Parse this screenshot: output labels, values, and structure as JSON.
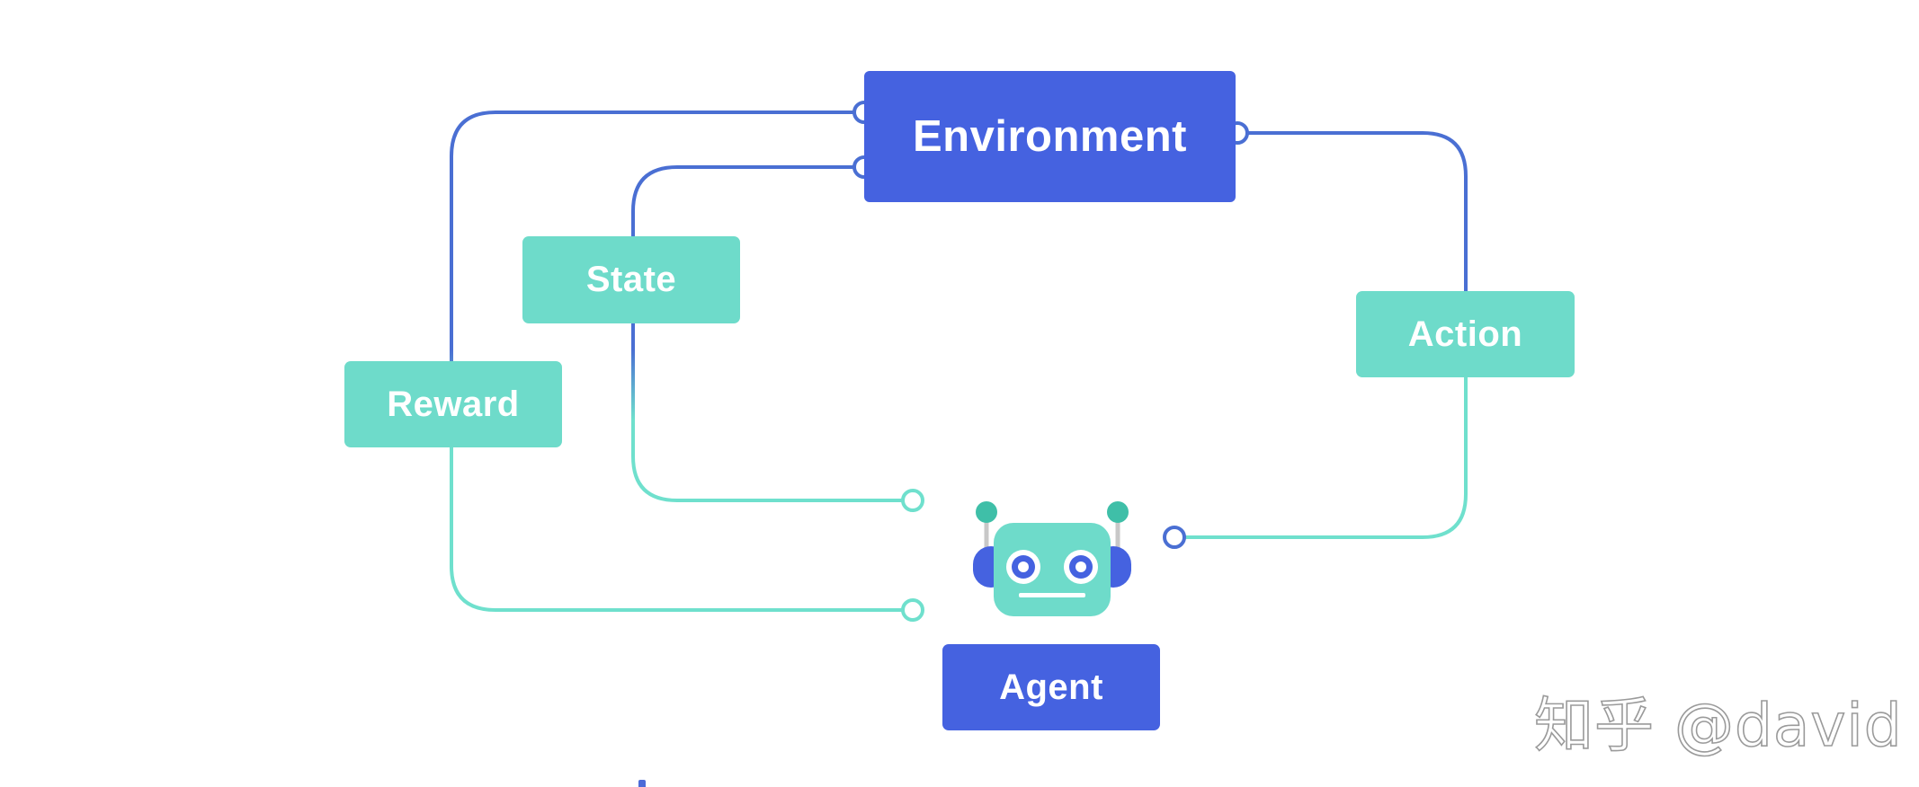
{
  "diagram": {
    "environment_label": "Environment",
    "state_label": "State",
    "reward_label": "Reward",
    "action_label": "Action",
    "agent_label": "Agent"
  },
  "watermark": {
    "text": "知乎 @david"
  },
  "colors": {
    "blue": "#4562e0",
    "teal": "#6edbca",
    "line_blue": "#4a6fd3",
    "line_teal": "#6fe0cd",
    "robot_face": "#6edbca",
    "robot_ear": "#4562e0",
    "antenna_tip": "#3fbfa8"
  }
}
